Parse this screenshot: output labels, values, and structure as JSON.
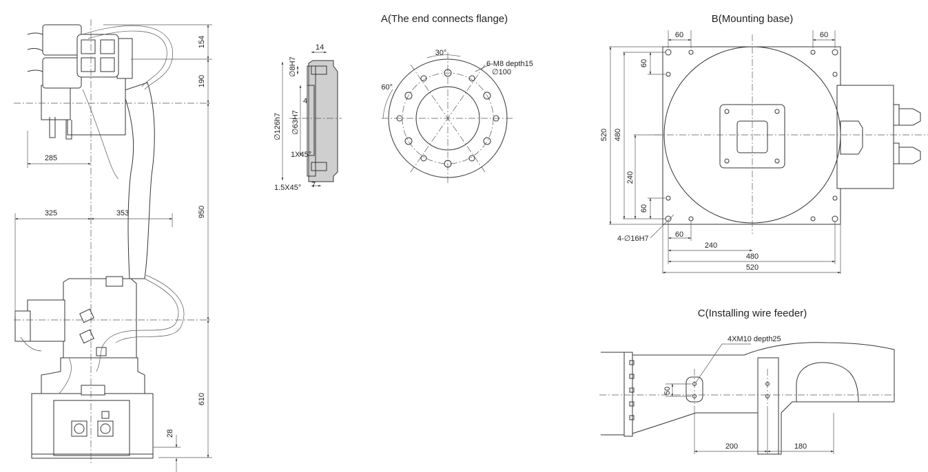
{
  "views": {
    "a": {
      "title": "A(The end connects flange)",
      "flange_labels": {
        "d14": "14",
        "d8h7": "∅8H7",
        "d126h7": "∅126h7",
        "d63h7": "∅63H7",
        "d4": "4",
        "ch1x45": "1X45°",
        "ch15x45": "1.5X45°",
        "d7": "7"
      },
      "face_labels": {
        "ang30": "30°",
        "ang60": "60°",
        "holes": "6-M8 depth15",
        "d100": "∅100"
      }
    },
    "b": {
      "title": "B(Mounting base)",
      "labels": {
        "top60a": "60",
        "top60b": "60",
        "h520": "520",
        "h480": "480",
        "left60a": "60",
        "h240": "240",
        "left60b": "60",
        "pins": "4-∅16H7",
        "bot60": "60",
        "bot240": "240",
        "bot480": "480",
        "bot520": "520"
      }
    },
    "c": {
      "title": "C(Installing wire feeder)",
      "labels": {
        "holes": "4XM10 depth25",
        "d50": "50",
        "d200": "200",
        "d180": "180"
      }
    },
    "robot": {
      "labels": {
        "d154": "154",
        "d190": "190",
        "d285": "285",
        "d325": "325",
        "d353": "353",
        "d950": "950",
        "d610": "610",
        "d28": "28"
      }
    }
  },
  "colors": {
    "line": "#333333",
    "section": "#cfcfcf"
  }
}
